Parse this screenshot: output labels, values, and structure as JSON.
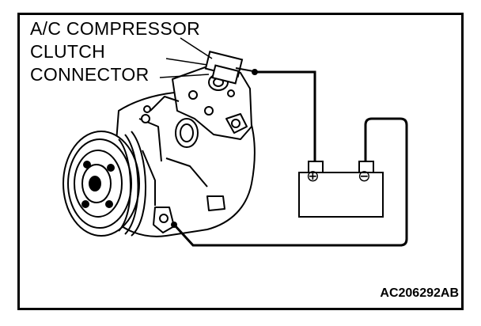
{
  "callout": {
    "lines": [
      "A/C COMPRESSOR",
      "CLUTCH",
      "CONNECTOR"
    ]
  },
  "battery": {
    "positive_symbol": "⊕",
    "negative_symbol": "⊖"
  },
  "figure_code": "AC206292AB",
  "colors": {
    "line": "#000000",
    "background": "#ffffff"
  }
}
